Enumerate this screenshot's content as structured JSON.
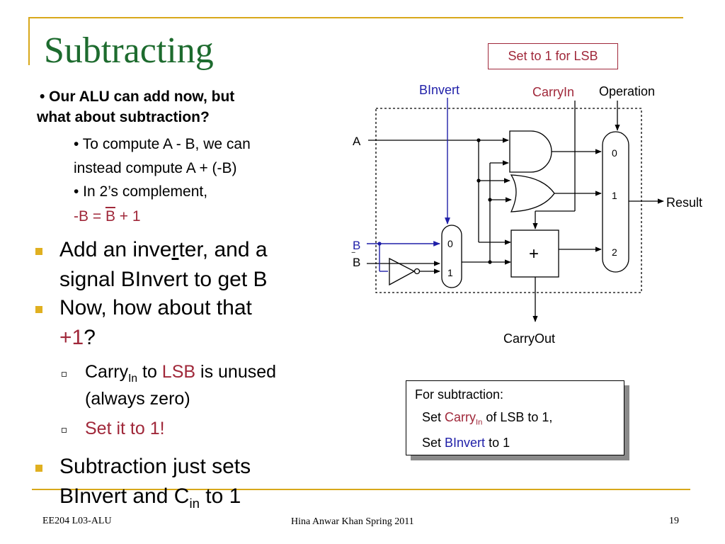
{
  "slide": {
    "title": "Subtracting",
    "callout": "Set to 1 for LSB",
    "bullets": {
      "q1": "• Our ALU can add now, but",
      "q2": "what about subtraction?",
      "s1a": "• To compute A - B, we can",
      "s1b": "instead compute A + (-B)",
      "s2": "• In 2’s complement,",
      "s3_pre": "-B = ",
      "s3_b": "B",
      "s3_post": " + 1",
      "b1_pre": "Add an inve",
      "b1_r": "r",
      "b1_post": "ter, and a",
      "b1_line2": "signal BInvert to get B",
      "b2_line1": "Now, how about that",
      "b2_plus": "+1",
      "b2_q": "?",
      "sub1_carry": "Carry",
      "sub1_in": "In",
      "sub1_to": " to ",
      "sub1_lsb": "LSB",
      "sub1_rest": " is unused",
      "sub1_line2": "(always zero)",
      "sub2": "Set it to 1!",
      "b3_line1": "Subtraction just sets",
      "b3_line2_pre": "BInvert and C",
      "b3_line2_sub": "in",
      "b3_line2_post": " to 1"
    },
    "diagram": {
      "binvert": "BInvert",
      "carryin": "CarryIn",
      "operation": "Operation",
      "a": "A",
      "b_top": "B",
      "b_bottom": "B",
      "mux_small_0": "0",
      "mux_small_1": "1",
      "mux_big_0": "0",
      "mux_big_1": "1",
      "mux_big_2": "2",
      "adder": "+",
      "result": "Result",
      "carryout": "CarryOut"
    },
    "box": {
      "line1": "For subtraction:",
      "line2_pre": "Set ",
      "line2_carry": "Carry",
      "line2_in": "In",
      "line2_post": " of LSB to 1,",
      "line3_pre": "Set ",
      "line3_binvert": "BInvert",
      "line3_post": " to 1"
    },
    "footer": {
      "left": "EE204 L03-ALU",
      "center": "Hina Anwar Khan Spring 2011",
      "page": "19"
    },
    "colors": {
      "title": "#1d6b2e",
      "accent_red": "#a0283a",
      "accent_blue": "#1f1fa8",
      "rule": "#d8a81a",
      "bullet": "#e0b020"
    }
  }
}
